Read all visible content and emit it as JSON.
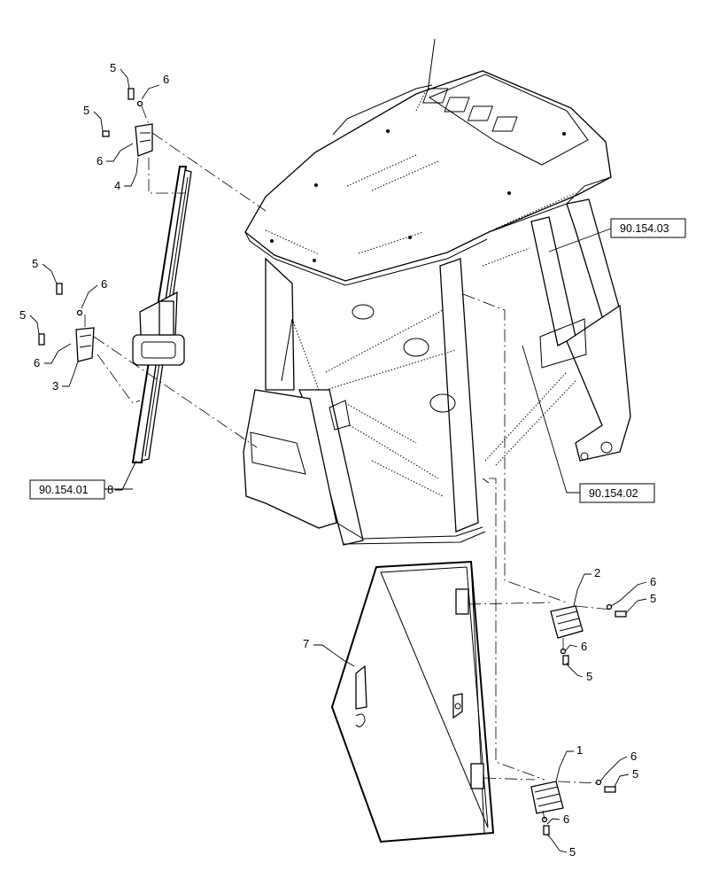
{
  "callouts": {
    "c1": "1",
    "c2": "2",
    "c3": "3",
    "c4": "4",
    "c7": "7",
    "c8": "8",
    "f5_a": "5",
    "f6_a": "6",
    "f5_b": "5",
    "f6_b": "6",
    "f5_c": "5",
    "f6_c": "6",
    "f5_d": "5",
    "f6_d": "6",
    "f6_e": "6",
    "f5_e": "5",
    "f6_f": "6",
    "f5_f": "5",
    "f6_g": "6",
    "f5_g": "5",
    "f6_h": "6",
    "f5_h": "5"
  },
  "references": {
    "ref_left": "90.154.01",
    "ref_top_right": "90.154.03",
    "ref_mid_right": "90.154.02"
  },
  "icons": {
    "cab": "cab-frame-icon",
    "door": "door-panel-icon",
    "window": "side-window-icon",
    "hinge": "hinge-icon",
    "fastener": "bolt-washer-icon"
  }
}
